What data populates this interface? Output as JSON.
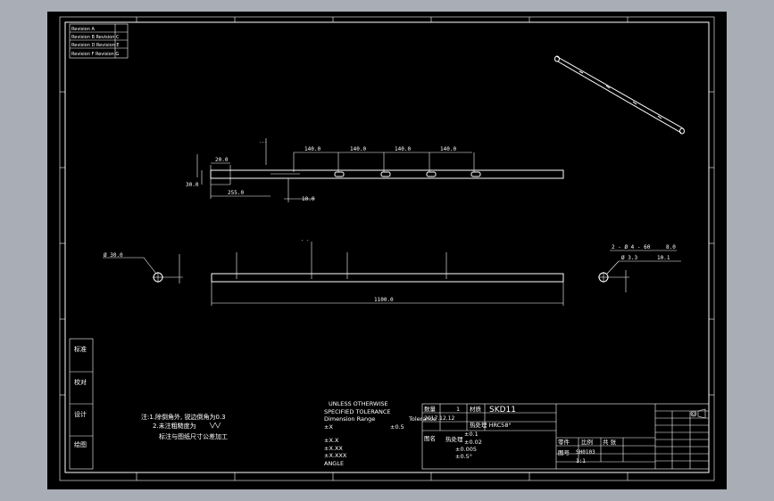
{
  "colors": {
    "window_bg": "#a9aeb6",
    "canvas_bg": "#000000",
    "line": "#ffffff"
  },
  "revision_table": {
    "rows": [
      "Revision A",
      "Revision B  Revision C",
      "Revision D  Revision E",
      "Revision F  Revision G"
    ]
  },
  "top_view": {
    "pitch_labels": [
      "140.0",
      "140.0",
      "140.0",
      "140.0"
    ],
    "left_width": "20.0",
    "left_height": "30.0",
    "offset": "255.0",
    "slot": "10.0"
  },
  "front_view": {
    "length": "1100.0",
    "left_section_label": "Ø 30.0",
    "right_section_label": "Ø 3.3",
    "right_hole_label": "2 - Ø 4 - 60",
    "right_hole_value": "8.0",
    "right_depth": "10.1"
  },
  "left_block": {
    "labels": [
      "标准",
      "校对",
      "设计",
      "绘图"
    ]
  },
  "notes": {
    "line1": "注:1.除倒角外, 锐边倒角为0.3",
    "line2": "2.未注粗糙度为",
    "line3": "标注与图纸尺寸公差加工"
  },
  "tolerance": {
    "header1": "UNLESS OTHERWISE",
    "header2": "SPECIFIED TOLERANCE",
    "header3": "Dimension Range",
    "header3_suffix": "Tolerance",
    "rows": [
      {
        "label": "±X",
        "value": "±0.5"
      },
      {
        "label": "±X.X",
        "value": "±0.1"
      },
      {
        "label": "±X.XX",
        "value": "±0.02"
      },
      {
        "label": "±X.XXX",
        "value": "±0.005"
      },
      {
        "label": "ANGLE",
        "value": "±0.5°"
      }
    ]
  },
  "title_block": {
    "qty_label": "数量",
    "qty_value": "1",
    "material_label": "材质",
    "material_value": "SKD11",
    "date": "2017.12.12",
    "heat_treat": "热处理 HRC58°",
    "heat_treat_label": "热处理",
    "name_label": "图名",
    "drawing_no_label": "图号",
    "drawing_no": "SH0103",
    "scale_label": "比例",
    "scale_value": "1:1",
    "sheet_label": "共  张",
    "part_label": "零件"
  }
}
